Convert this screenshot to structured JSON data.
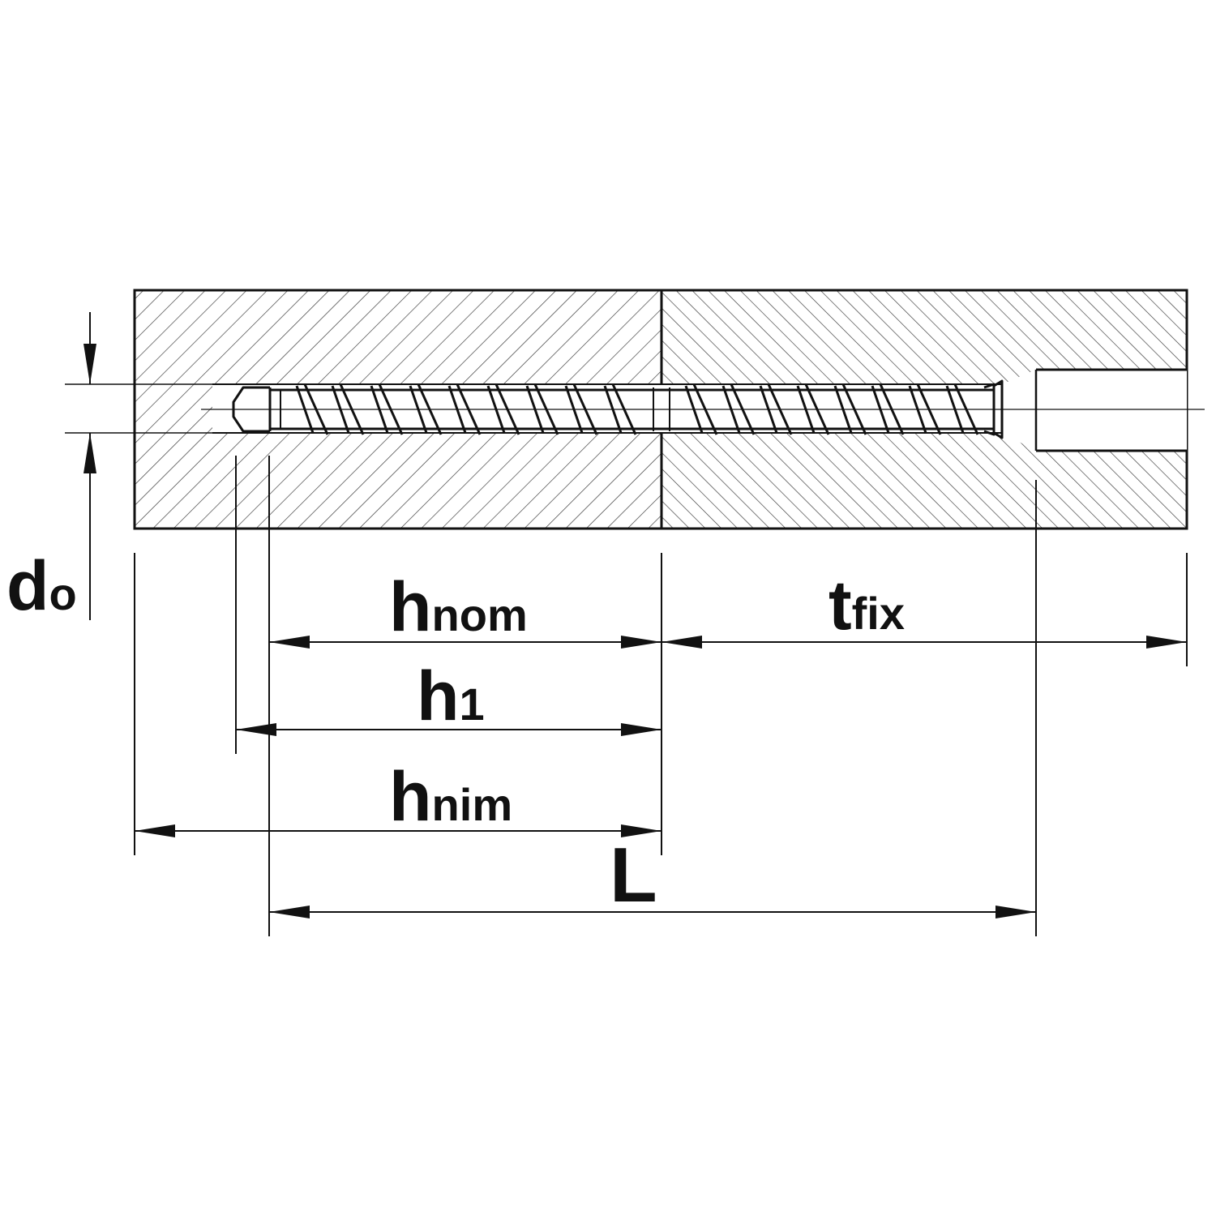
{
  "labels": {
    "d0": {
      "main": "d",
      "sub": "o"
    },
    "hnom": {
      "main": "h",
      "sub": "nom"
    },
    "tfix": {
      "main": "t",
      "sub": "fix"
    },
    "h1": {
      "main": "h",
      "sub": "1"
    },
    "hnim": {
      "main": "h",
      "sub": "nim"
    },
    "L": {
      "main": "L"
    }
  },
  "colors": {
    "ink": "#111111",
    "paper": "#ffffff"
  }
}
